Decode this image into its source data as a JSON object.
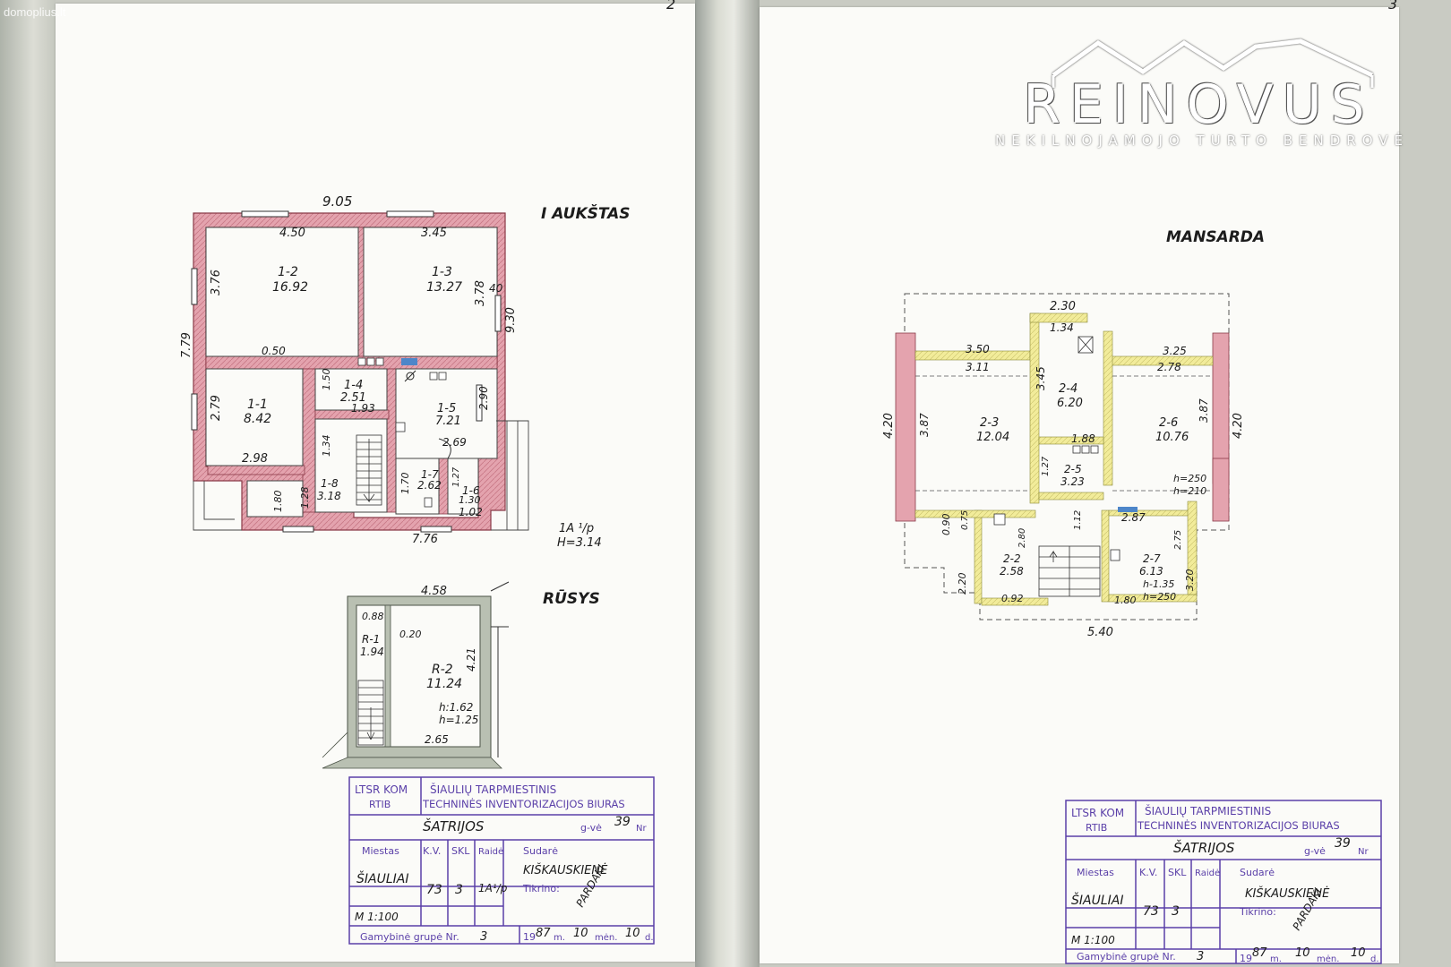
{
  "watermark": "domoplius.lt",
  "brand": {
    "name": "REINOVUS",
    "subtitle": "NEKILNOJAMOJO TURTO BENDROVĖ"
  },
  "page_marks": {
    "left": "2",
    "right": "3"
  },
  "floor1": {
    "title": "I AUKŠTAS",
    "dims": {
      "top_total": "9.05",
      "left_total": "7.79",
      "right_total": "9.30",
      "bottom_total": "7.76",
      "r12_top": "4.50",
      "r13_top": "3.45",
      "r12_side": "3.76",
      "r13_side": "3.78",
      "wall_40": "40",
      "d050": "0.50",
      "d279": "2.79",
      "d298": "2.98",
      "d150": "1.50",
      "d193": "1.93",
      "d290": "2.90",
      "d269": "2.69",
      "d134": "1.34",
      "d180": "1.80",
      "d128": "1.28",
      "d170": "1.70",
      "d127": "1.27",
      "d130": "1.30"
    },
    "rooms": [
      {
        "id": "1-2",
        "area": "16.92"
      },
      {
        "id": "1-3",
        "area": "13.27"
      },
      {
        "id": "1-1",
        "area": "8.42"
      },
      {
        "id": "1-4",
        "area": "2.51"
      },
      {
        "id": "1-5",
        "area": "7.21"
      },
      {
        "id": "1-7",
        "area": "2.62"
      },
      {
        "id": "1-6",
        "area": "1.02"
      },
      {
        "id": "1-8",
        "area": "3.18"
      }
    ],
    "class_note": "1A ¹/p",
    "height_note": "H=3.14"
  },
  "basement": {
    "title": "RŪSYS",
    "dims": {
      "top": "4.58",
      "d088": "0.88",
      "d020": "0.20",
      "d421": "4.21",
      "d265": "2.65"
    },
    "rooms": [
      {
        "id": "R-1",
        "area": "1.94"
      },
      {
        "id": "R-2",
        "area": "11.24"
      }
    ],
    "h1": "h:1.62",
    "h2": "h=1.25"
  },
  "attic": {
    "title": "MANSARDA",
    "dims": {
      "top": "2.30",
      "d134": "1.34",
      "d350": "3.50",
      "d311": "3.11",
      "d345": "3.45",
      "d325": "3.25",
      "d278": "2.78",
      "left420": "4.20",
      "right420": "4.20",
      "d387a": "3.87",
      "d387b": "3.87",
      "d188": "1.88",
      "d127": "1.27",
      "h250": "h=250",
      "h210": "h=210",
      "d090": "0.90",
      "d075": "0.75",
      "d280": "2.80",
      "d112": "1.12",
      "d287": "2.87",
      "d275": "2.75",
      "d220": "2.20",
      "d320": "3.20",
      "d092": "0.92",
      "d180": "1.80",
      "bottom": "5.40"
    },
    "rooms": [
      {
        "id": "2-3",
        "area": "12.04"
      },
      {
        "id": "2-4",
        "area": "6.20"
      },
      {
        "id": "2-6",
        "area": "10.76"
      },
      {
        "id": "2-5",
        "area": "3.23"
      },
      {
        "id": "2-2",
        "area": "2.58"
      },
      {
        "id": "2-7",
        "area": "6.13"
      }
    ],
    "r27_h1": "h-1.35",
    "r27_h2": "h=250"
  },
  "stamp_left": {
    "org_short": "LTSR KOM",
    "org_sub": "RTIB",
    "org_name": "ŠIAULIŲ TARPMIESTINIS",
    "org_name2": "TECHNINĖS INVENTORIZACIJOS BIURAS",
    "street": "ŠATRIJOS",
    "street_suffix": "g-vė",
    "number": "39",
    "number_label": "Nr",
    "col_city": "Miestas",
    "col_kv": "K.V.",
    "col_skl": "SKL",
    "col_raide": "Raidė",
    "col_sudare": "Sudarė",
    "city": "ŠIAULIAI",
    "kv": "73",
    "skl": "3",
    "raide": "1A¹/p",
    "made_by": "KIŠKAUSKIENĖ",
    "checked_label": "Tikrino:",
    "checked_by": "PARDAKI",
    "scale": "M 1:100",
    "group_label": "Gamybinė grupė Nr.",
    "group": "3",
    "year_prefix": "19",
    "year": "87",
    "year_suffix": "m.",
    "month": "10",
    "month_label": "mėn.",
    "day": "10",
    "day_label": "d."
  },
  "stamp_right": {
    "org_short": "LTSR KOM",
    "org_sub": "RTIB",
    "org_name": "ŠIAULIŲ TARPMIESTINIS",
    "org_name2": "TECHNINĖS INVENTORIZACIJOS BIURAS",
    "street": "ŠATRIJOS",
    "street_suffix": "g-vė",
    "number": "39",
    "number_label": "Nr",
    "col_city": "Miestas",
    "col_kv": "K.V.",
    "col_skl": "SKL",
    "col_raide": "Raidė",
    "col_sudare": "Sudarė",
    "city": "ŠIAULIAI",
    "kv": "73",
    "skl": "3",
    "made_by": "KIŠKAUSKIENĖ",
    "checked_label": "Tikrino:",
    "checked_by": "PARDAKI",
    "scale": "M 1:100",
    "group_label": "Gamybinė grupė Nr.",
    "group": "3",
    "year_prefix": "19",
    "year": "87",
    "year_suffix": "m.",
    "month": "10",
    "month_label": "mėn.",
    "day": "10",
    "day_label": "d."
  },
  "colors": {
    "wall": "#e4a3ae",
    "wall_edge": "#b04a5c",
    "basement_wall": "#b9c0b2",
    "attic_wall": "#f2ec9a",
    "stamp": "#5a3fa8",
    "window": "#4d86c9"
  }
}
